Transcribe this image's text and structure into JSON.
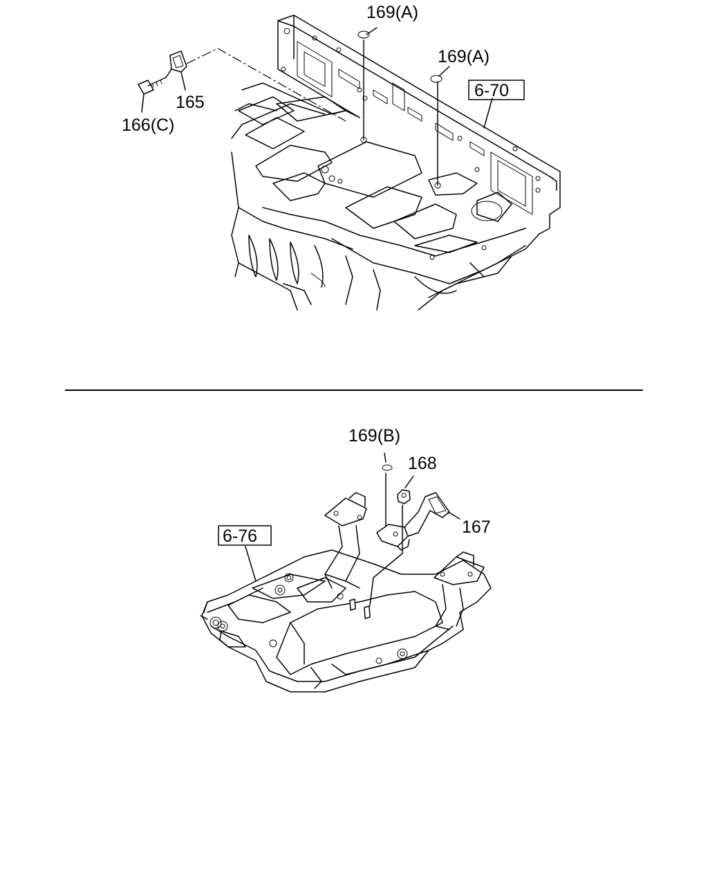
{
  "callouts": {
    "p169a_top": "169(A)",
    "p169a_right": "169(A)",
    "p165": "165",
    "p166c": "166(C)",
    "ref670": "6-70",
    "p169b": "169(B)",
    "p168": "168",
    "p167": "167",
    "ref676": "6-76"
  },
  "colors": {
    "line": "#000000",
    "background": "#ffffff"
  }
}
